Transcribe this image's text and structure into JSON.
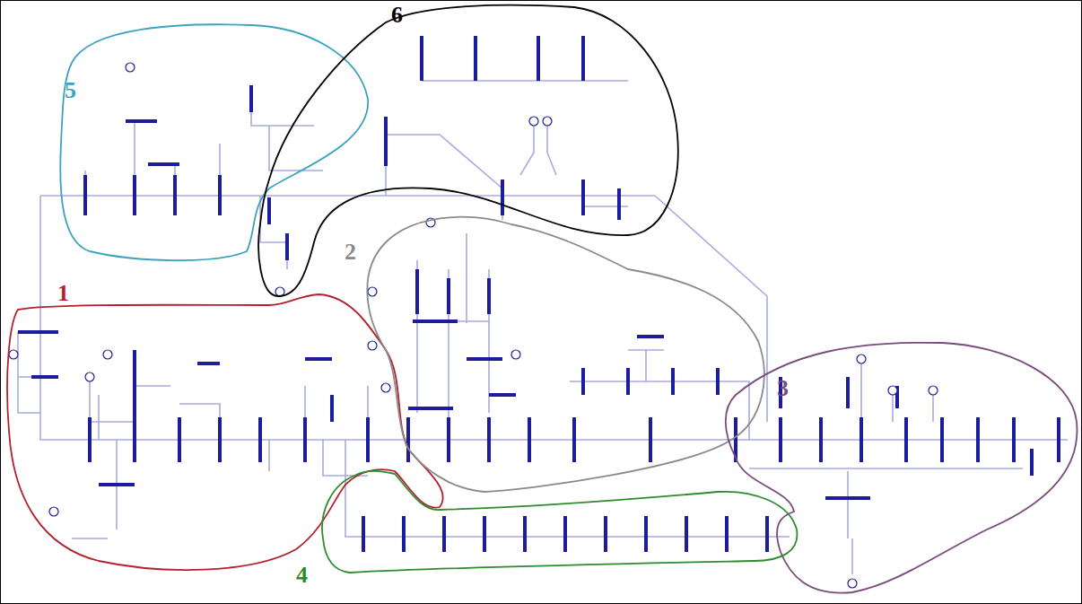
{
  "diagram": {
    "nodes": [
      {
        "text": [
          "5"
        ]
      },
      {
        "text": [
          "6"
        ]
      },
      {
        "text": [
          "1"
        ]
      },
      {
        "text": [
          "2"
        ]
      },
      {
        "text": [
          "3"
        ]
      },
      {
        "text": [
          "4"
        ]
      }
    ]
  }
}
